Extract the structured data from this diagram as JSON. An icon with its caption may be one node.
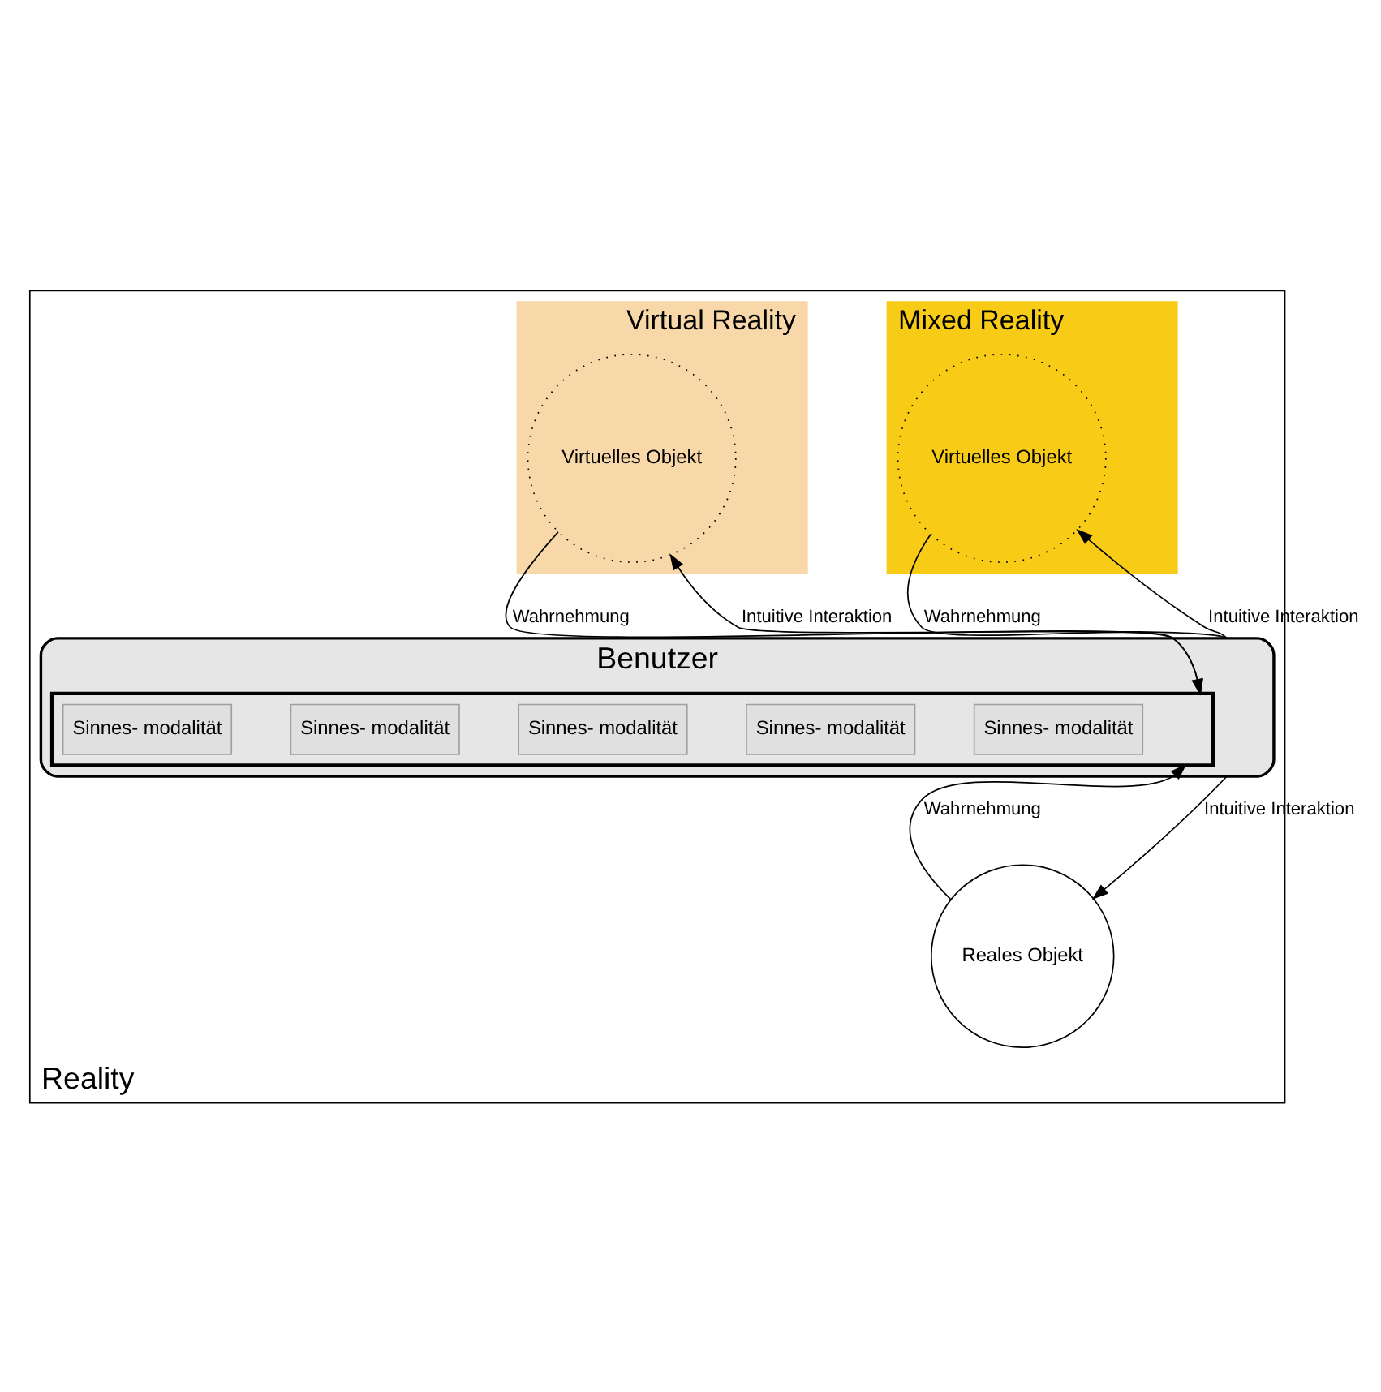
{
  "diagram": {
    "nodes": [
      {
        "text": [
          "Reality"
        ]
      },
      {
        "text": [
          "Mixed Reality"
        ],
        "in": 0
      },
      {
        "text": [
          "Virtual Reality"
        ],
        "in": 0
      },
      {
        "text": [
          "Virtuelles Objekt"
        ],
        "in": 1
      },
      {
        "text": [
          "Virtuelles Objekt"
        ],
        "in": 2
      },
      {
        "text": [
          "Benutzer"
        ],
        "in": 0
      },
      {
        "text": [],
        "shape": "box",
        "in": 5
      },
      {
        "text": [
          "Sinnes- modalität"
        ],
        "in": 6
      },
      {
        "text": [
          "Sinnes- modalität"
        ],
        "in": 6
      },
      {
        "text": [
          "Sinnes- modalität"
        ],
        "in": 6
      },
      {
        "text": [
          "Sinnes- modalität"
        ],
        "in": 6
      },
      {
        "text": [
          "Sinnes- modalität"
        ],
        "in": 6
      },
      {
        "text": [
          "Reales Objekt"
        ],
        "in": 0
      }
    ],
    "edges": [
      {
        "from": 5,
        "to": 3,
        "arrow": "to",
        "label": "Intuitive Interaktion"
      },
      {
        "from": 3,
        "to": 6,
        "arrow": "to",
        "label": "Wahrnehmung"
      },
      {
        "from": 5,
        "to": 4,
        "arrow": "to",
        "label": "Intuitive Interaktion"
      },
      {
        "from": 4,
        "to": 6,
        "arrow": "to",
        "label": "Wahrnehmung"
      },
      {
        "from": 12,
        "to": 6,
        "arrow": "to",
        "label": "Wahrnehmung"
      },
      {
        "from": 5,
        "to": 12,
        "arrow": "to",
        "label": "Intuitive Interaktion"
      }
    ]
  }
}
